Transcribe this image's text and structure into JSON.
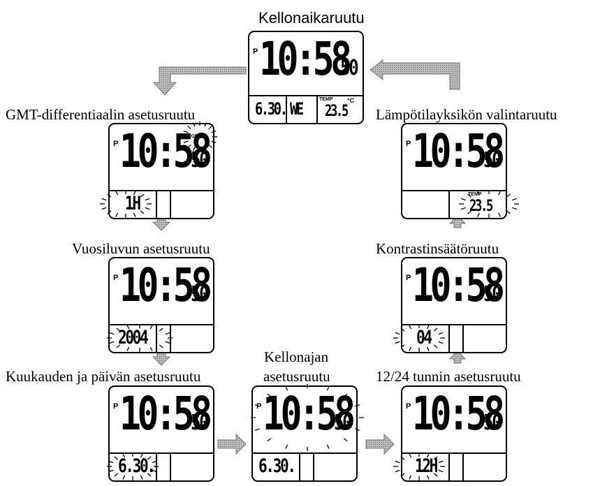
{
  "labels": {
    "title": "Kellonaikaruutu",
    "gmt": "GMT-differentiaalin asetusruutu",
    "year": "Vuosiluvun asetusruutu",
    "monthday": "Kuukauden ja päivän asetusruutu",
    "clock_line1": "Kellonajan",
    "clock_line2": "asetusruutu",
    "h1224": "12/24 tunnin asetusruutu",
    "contrast": "Kontrastinsäätöruutu",
    "temp": "Lämpötilayksikön valintaruutu"
  },
  "display": {
    "pm": "P",
    "time": "10:58",
    "seconds": "50",
    "temp_label": "TEMP",
    "main_date": "6.30.",
    "main_day": "WE",
    "main_temp": "23.5",
    "unit": "°C",
    "gmt_value": "1H",
    "gmt_label": "GMT",
    "year_value": "2004",
    "monthday_value": "6.30.",
    "clock_date": "6.30.",
    "h1224_value": "12H",
    "contrast_value": "04",
    "temp_value": "23.5"
  }
}
